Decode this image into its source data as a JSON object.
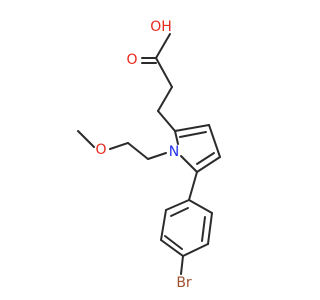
{
  "molecule": {
    "atoms": {
      "hydroxyl_oxygen": {
        "label": "OH",
        "color": "#e8291c"
      },
      "carbonyl_oxygen": {
        "label": "O",
        "color": "#e8291c"
      },
      "ether_oxygen": {
        "label": "O",
        "color": "#e8291c"
      },
      "ring_nitrogen": {
        "label": "N",
        "color": "#2233ee"
      },
      "bromine": {
        "label": "Br",
        "color": "#a0522d"
      }
    },
    "bond_color": "#2b2b2b"
  }
}
